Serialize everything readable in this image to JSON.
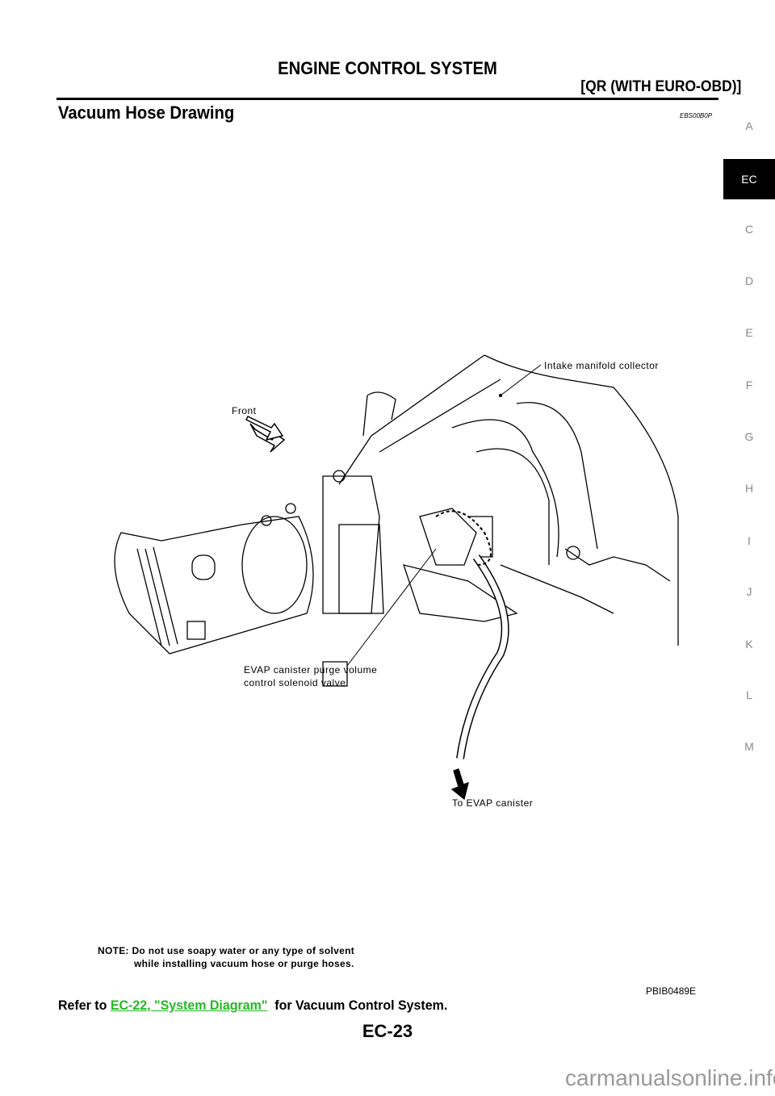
{
  "header": {
    "title": "ENGINE CONTROL SYSTEM",
    "subtitle": "[QR (WITH EURO-OBD)]"
  },
  "section": {
    "title": "Vacuum Hose Drawing",
    "code": "EBS00B0P"
  },
  "side_tabs": [
    "A",
    "EC",
    "C",
    "D",
    "E",
    "F",
    "G",
    "H",
    "I",
    "J",
    "K",
    "L",
    "M"
  ],
  "active_tab": "EC",
  "figure": {
    "labels": {
      "intake": "Intake manifold collector",
      "front": "Front",
      "evap_valve_1": "EVAP canister purge volume",
      "evap_valve_2": "control solenoid valve",
      "to_canister": "To EVAP canister"
    },
    "note_line1": "NOTE: Do not use soapy water or any type of solvent",
    "note_line2": "while installing vacuum hose or purge hoses.",
    "code": "PBIB0489E"
  },
  "refer": {
    "prefix": "Refer to ",
    "link": "EC-22, \"System Diagram\"",
    "suffix": "  for Vacuum Control System.",
    "link_color": "#22bb22"
  },
  "page_number": "EC-23",
  "watermark": "carmanualsonline.info"
}
